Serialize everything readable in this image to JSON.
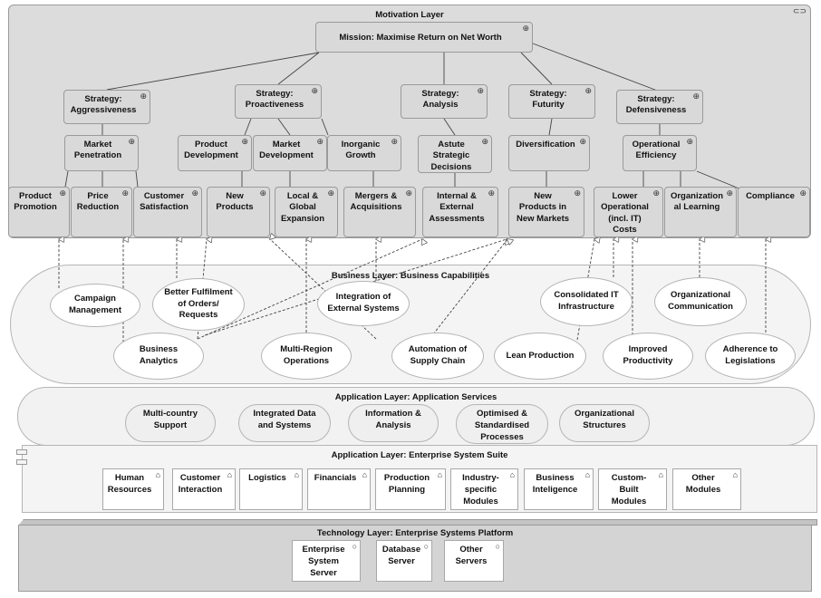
{
  "motivation": {
    "title": "Motivation Layer",
    "mission": "Mission: Maximise Return on Net Worth",
    "strategies": {
      "aggressiveness": "Strategy:\nAggressiveness",
      "proactiveness": "Strategy:\nProactiveness",
      "analysis": "Strategy:\nAnalysis",
      "futurity": "Strategy:\nFuturity",
      "defensiveness": "Strategy:\nDefensiveness"
    },
    "goals": {
      "market_penetration": "Market\nPenetration",
      "product_development": "Product\nDevelopment",
      "market_development": "Market\nDevelopment",
      "inorganic_growth": "Inorganic\nGrowth",
      "astute_decisions": "Astute\nStrategic\nDecisions",
      "diversification": "Diversification",
      "operational_efficiency": "Operational\nEfficiency"
    },
    "outcomes": {
      "product_promotion": "Product\nPromotion",
      "price_reduction": "Price\nReduction",
      "customer_satisfaction": "Customer\nSatisfaction",
      "new_products": "New\nProducts",
      "local_global": "Local &\nGlobal\nExpansion",
      "mergers": "Mergers &\nAcquisitions",
      "internal_external": "Internal &\nExternal\nAssessments",
      "new_markets": "New\nProducts in\nNew Markets",
      "lower_costs": "Lower\nOperational\n(incl.  IT)\nCosts",
      "org_learning": "Organization\nal Learning",
      "compliance": "Compliance"
    }
  },
  "business": {
    "title": "Business Layer: Business Capabilities",
    "capabilities": {
      "campaign": "Campaign\nManagement",
      "fulfilment": "Better Fulfilment\nof Orders/\nRequests",
      "integration": "Integration of\nExternal Systems",
      "consolidated_it": "Consolidated IT\nInfrastructure",
      "org_comm": "Organizational\nCommunication",
      "analytics": "Business\nAnalytics",
      "multi_region": "Multi-Region\nOperations",
      "automation": "Automation of\nSupply Chain",
      "lean": "Lean Production",
      "productivity": "Improved\nProductivity",
      "adherence": "Adherence to\nLegislations"
    }
  },
  "app_services": {
    "title": "Application Layer: Application Services",
    "items": [
      "Multi-country\nSupport",
      "Integrated Data\nand Systems",
      "Information &\nAnalysis",
      "Optimised &\nStandardised\nProcesses",
      "Organizational\nStructures"
    ]
  },
  "app_suite": {
    "title": "Application Layer: Enterprise System Suite",
    "modules": [
      "Human\nResources",
      "Customer\nInteraction",
      "Logistics",
      "Financials",
      "Production\nPlanning",
      "Industry-\nspecific\nModules",
      "Business\nInteligence",
      "Custom-\nBuilt\nModules",
      "Other\nModules"
    ]
  },
  "technology": {
    "title": "Technology Layer: Enterprise Systems Platform",
    "nodes": [
      "Enterprise\nSystem\nServer",
      "Database\nServer",
      "Other\nServers"
    ]
  },
  "icons": {
    "goal": "target-icon",
    "module": "application-component-icon",
    "node": "device-node-icon",
    "grouping": "grouping-icon"
  },
  "colors": {
    "motivation_fill": "#d9d9d9",
    "capability_fill": "#ffffff",
    "service_fill": "#efefef",
    "technology_fill": "#d4d4d4"
  }
}
